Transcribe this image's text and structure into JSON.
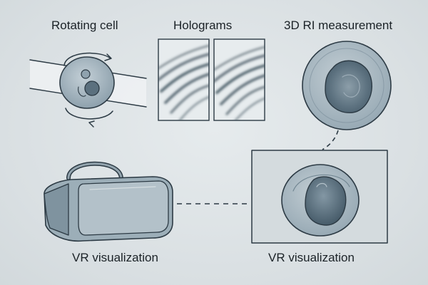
{
  "labels": {
    "rotating_cell": "Rotating cell",
    "holograms": "Holograms",
    "ri_measurement": "3D RI measurement",
    "vr_visualization_left": "VR visualization",
    "vr_visualization_right": "VR visualization"
  },
  "colors": {
    "background": "#dde3e6",
    "ink": "#2c3a44",
    "cell_fill": "#a9b8c1",
    "nucleus_fill": "#6f8492",
    "panel_fill": "#d3dadd"
  },
  "icons": {
    "rotating_cell": "cell-rotation-icon",
    "hologram": "hologram-fringe-icon",
    "ri_cell": "refractive-index-cell-icon",
    "vr_headset": "vr-headset-icon",
    "vr_cell": "vr-cell-render-icon"
  }
}
